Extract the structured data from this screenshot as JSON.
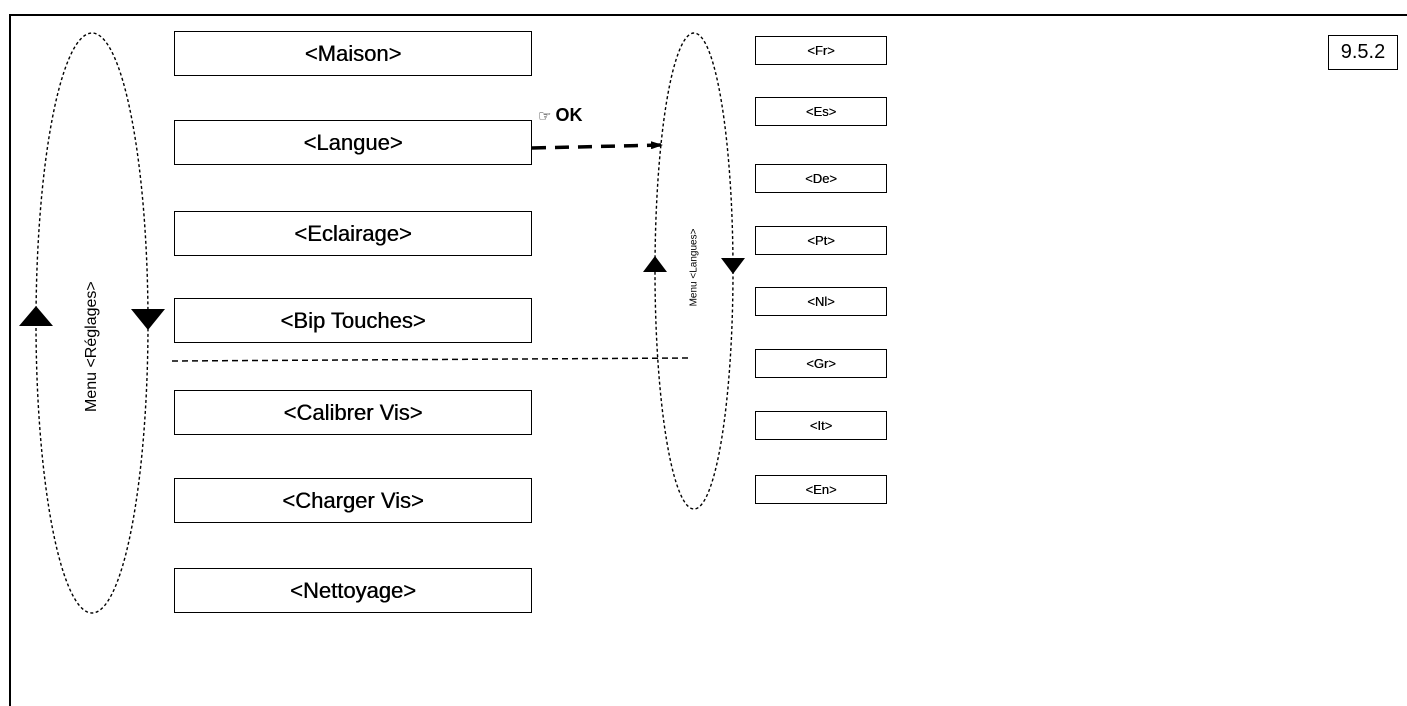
{
  "page_number": "9.5.2",
  "menu_reglages": {
    "label": "Menu <Réglages>",
    "items": [
      "<Maison>",
      "<Langue>",
      "<Eclairage>",
      "<Bip Touches>",
      "<Calibrer Vis>",
      "<Charger Vis>",
      "<Nettoyage>"
    ]
  },
  "transition": {
    "hand_icon": "pointing-hand-icon",
    "action": "OK"
  },
  "menu_langues": {
    "label": "Menu <Langues>",
    "items": [
      "<Fr>",
      "<Es>",
      "<De>",
      "<Pt>",
      "<Nl>",
      "<Gr>",
      "<It>",
      "<En>"
    ]
  }
}
